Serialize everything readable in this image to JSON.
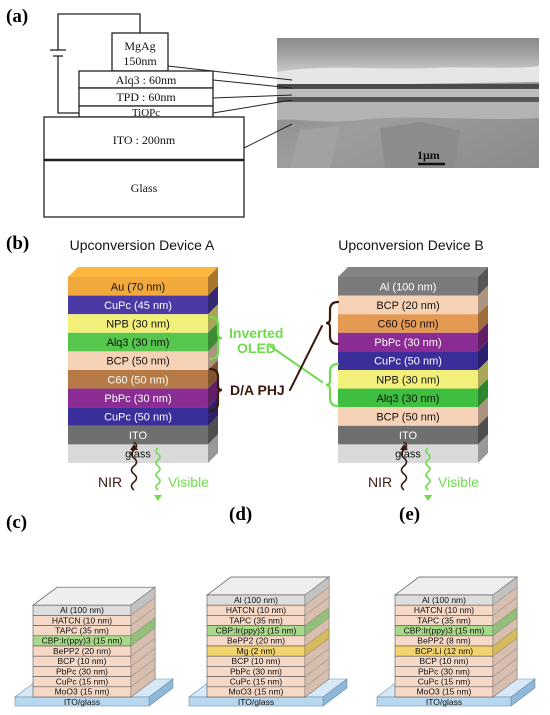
{
  "panels": {
    "a": {
      "label": "(a)",
      "layers": [
        {
          "line1": "MgAg",
          "line2": "150nm"
        },
        {
          "line1": "Alq3 : 60nm"
        },
        {
          "line1": "TPD : 60nm"
        },
        {
          "line1": "TiOPc"
        },
        {
          "line1": "ITO : 200nm"
        },
        {
          "line1": "Glass"
        }
      ],
      "scale_bar": "1μm"
    },
    "b": {
      "label": "(b)",
      "device_a": {
        "title": "Upconversion Device A",
        "layers": [
          {
            "text": "Au (70 nm)",
            "color": "#f2a93b",
            "text_color": "#111"
          },
          {
            "text": "CuPc (45 nm)",
            "color": "#4b3aa6",
            "text_color": "#ffffff"
          },
          {
            "text": "NPB (30 nm)",
            "color": "#f2ef7a",
            "text_color": "#111"
          },
          {
            "text": "Alq3 (30 nm)",
            "color": "#57c64c",
            "text_color": "#111"
          },
          {
            "text": "BCP (50 nm)",
            "color": "#f6d2b6",
            "text_color": "#111"
          },
          {
            "text": "C60 (50 nm)",
            "color": "#b57a45",
            "text_color": "#ffffff"
          },
          {
            "text": "PbPc (30 nm)",
            "color": "#8b2c95",
            "text_color": "#ffffff"
          },
          {
            "text": "CuPc (50 nm)",
            "color": "#3a2f9a",
            "text_color": "#ffffff"
          },
          {
            "text": "ITO",
            "color": "#6f6f6f",
            "text_color": "#ffffff"
          },
          {
            "text": "glass",
            "color": "#d9d9d9",
            "text_color": "#111"
          }
        ],
        "nir": "NIR",
        "visible": "Visible"
      },
      "device_b": {
        "title": "Upconversion Device B",
        "layers": [
          {
            "text": "Al (100 nm)",
            "color": "#7a7a7a",
            "text_color": "#ffffff"
          },
          {
            "text": "BCP (20 nm)",
            "color": "#f6d2b6",
            "text_color": "#111"
          },
          {
            "text": "C60 (50 nm)",
            "color": "#e59a54",
            "text_color": "#111"
          },
          {
            "text": "PbPc (30 nm)",
            "color": "#8b2c95",
            "text_color": "#ffffff"
          },
          {
            "text": "CuPc (50 nm)",
            "color": "#3a2f9a",
            "text_color": "#ffffff"
          },
          {
            "text": "NPB (30 nm)",
            "color": "#f2ef7a",
            "text_color": "#111"
          },
          {
            "text": "Alq3 (30 nm)",
            "color": "#3fbf3f",
            "text_color": "#111"
          },
          {
            "text": "BCP (50 nm)",
            "color": "#f6d2b6",
            "text_color": "#111"
          },
          {
            "text": "ITO",
            "color": "#6f6f6f",
            "text_color": "#ffffff"
          },
          {
            "text": "glass",
            "color": "#d9d9d9",
            "text_color": "#111"
          }
        ],
        "nir": "NIR",
        "visible": "Visible"
      },
      "inverted_oled_line1": "Inverted",
      "inverted_oled_line2": "OLED",
      "da_phj": "D/A PHJ"
    },
    "c": {
      "label": "(c)",
      "layers": [
        "Al (100 nm)",
        "HATCN (10 nm)",
        "TAPC (35 nm)",
        "CBP:Ir(ppy)3 (15 nm)",
        "BePP2 (20 nm)",
        "BCP (10 nm)",
        "PbPc (30 nm)",
        "CuPc (15 nm)",
        "MoO3 (15 nm)"
      ],
      "highlight": [
        "CBP:Ir(ppy)3 (15 nm)"
      ],
      "base": "ITO/glass"
    },
    "d": {
      "label": "(d)",
      "layers": [
        "Al (100 nm)",
        "HATCN (10 nm)",
        "TAPC (35 nm)",
        "CBP:Ir(ppy)3 (15 nm)",
        "BePP2 (20 nm)",
        "Mg (2 nm)",
        "BCP (10 nm)",
        "PbPc (30 nm)",
        "CuPc (15 nm)",
        "MoO3 (15 nm)"
      ],
      "highlight": [
        "CBP:Ir(ppy)3 (15 nm)"
      ],
      "base": "ITO/glass"
    },
    "e": {
      "label": "(e)",
      "layers": [
        "Al (100 nm)",
        "HATCN (10 nm)",
        "TAPC (35 nm)",
        "CBP:Ir(ppy)3 (15 nm)",
        "BePP2 (8 nm)",
        "BCP:Li (12 nm)",
        "BCP (10 nm)",
        "PbPc (30 nm)",
        "CuPc (15 nm)",
        "MoO3 (15 nm)"
      ],
      "highlight": [
        "CBP:Ir(ppy)3 (15 nm)"
      ],
      "base": "ITO/glass"
    }
  },
  "colors": {
    "green_bracket": "#6fdc4f",
    "dark_bracket": "#3a1a0e",
    "stack_fill": "#f6d8c6",
    "highlight_green": "#a8d98a",
    "highlight_yellow": "#f3d36b",
    "top_layer": "#dddddd",
    "substrate": "#b7d7ef"
  }
}
